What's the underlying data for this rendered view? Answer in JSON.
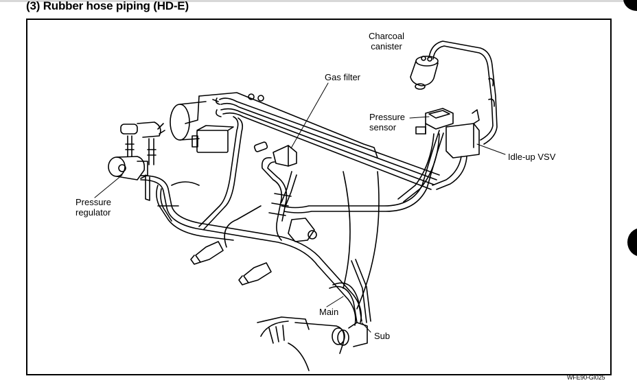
{
  "page": {
    "heading": "(3) Rubber hose piping (HD-E)",
    "figure_code": "WFE90-GI025"
  },
  "diagram": {
    "subject": "Engine vacuum / rubber hose piping layout",
    "labels": {
      "charcoal_canister": [
        "Charcoal",
        "canister"
      ],
      "gas_filter": "Gas filter",
      "pressure_sensor": [
        "Pressure",
        "sensor"
      ],
      "idle_up_vsv": "Idle-up VSV",
      "pressure_regulator": [
        "Pressure",
        "regulator"
      ],
      "main": "Main",
      "sub": "Sub"
    }
  }
}
